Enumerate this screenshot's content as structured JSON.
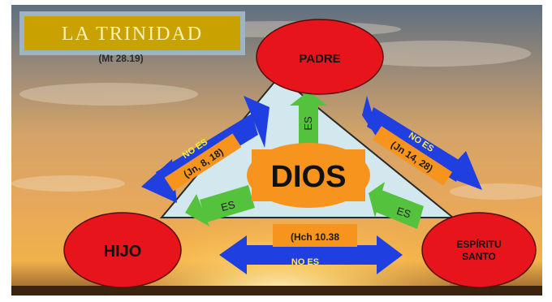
{
  "title": "LA TRINIDAD",
  "reference_main": "(Mt 28.19)",
  "nodes": {
    "padre": "PADRE",
    "hijo": "HIJO",
    "espiritu_line1": "ESPÍRITU",
    "espiritu_line2": "SANTO",
    "dios": "DIOS"
  },
  "relations": {
    "padre_dios": "ES",
    "hijo_dios": "ES",
    "espiritu_dios": "ES",
    "padre_hijo": "NO ES",
    "padre_hijo_ref": "(Jn, 8, 18)",
    "padre_espiritu": "NO ES",
    "padre_espiritu_ref": "(Jn 14, 28)",
    "hijo_espiritu": "NO ES",
    "hijo_espiritu_ref": "(Hch 10.38"
  },
  "colors": {
    "title_bg": "#c9a100",
    "title_border": "#9fb4c2",
    "title_text": "#fff3b0",
    "circle_red": "#e8141b",
    "dios_orange": "#f6941d",
    "triangle_fill": "#d3e7ef",
    "arrow_blue": "#1f3fe0",
    "arrow_green": "#55c23d"
  }
}
